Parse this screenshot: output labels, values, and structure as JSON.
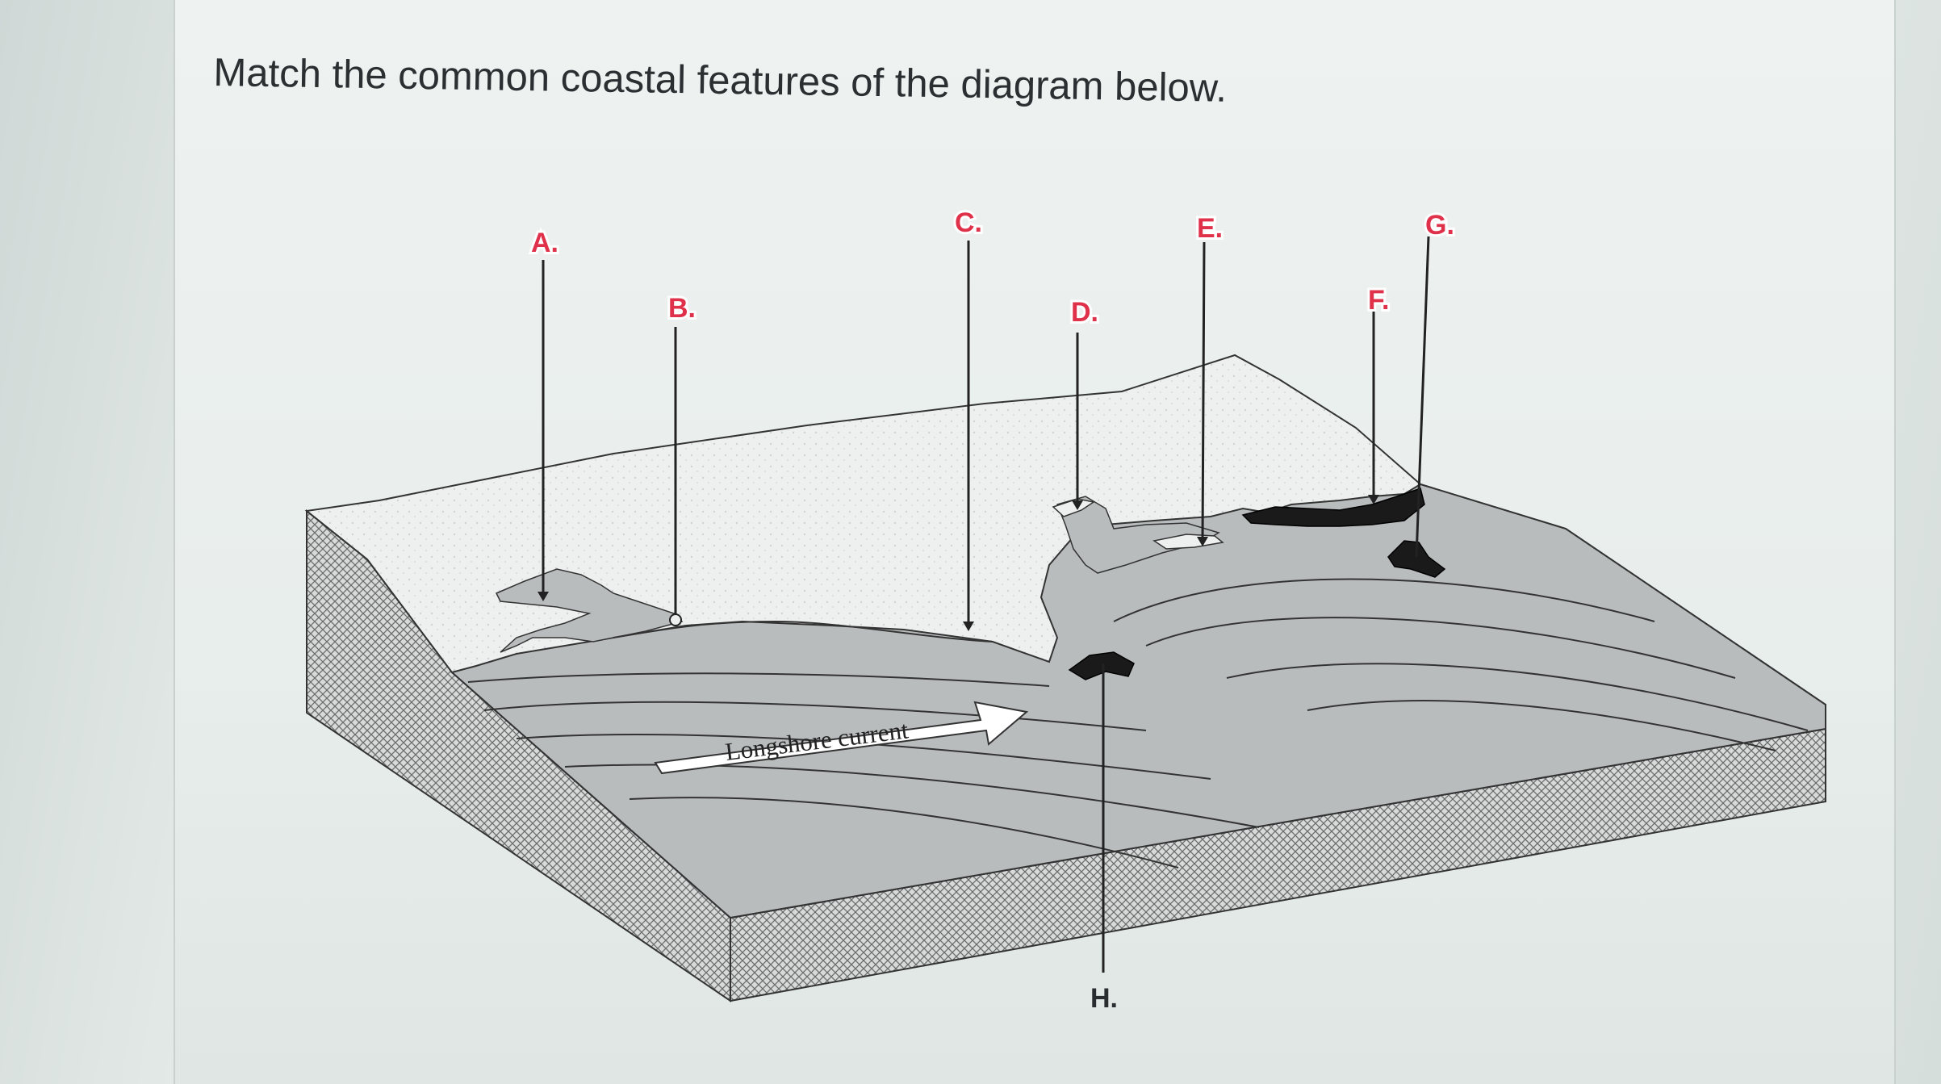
{
  "question": {
    "text": "Match the common coastal features of the diagram below."
  },
  "diagram": {
    "labels": {
      "A": "A.",
      "B": "B.",
      "C": "C.",
      "D": "D.",
      "E": "E.",
      "F": "F.",
      "G": "G.",
      "H": "H."
    },
    "current_label": "Longshore current"
  },
  "colors": {
    "label_red": "#e0314a",
    "label_dark": "#2a2d30",
    "water": "#b9bcbd",
    "land": "#eceeee",
    "rock": "#1a1a1a"
  }
}
